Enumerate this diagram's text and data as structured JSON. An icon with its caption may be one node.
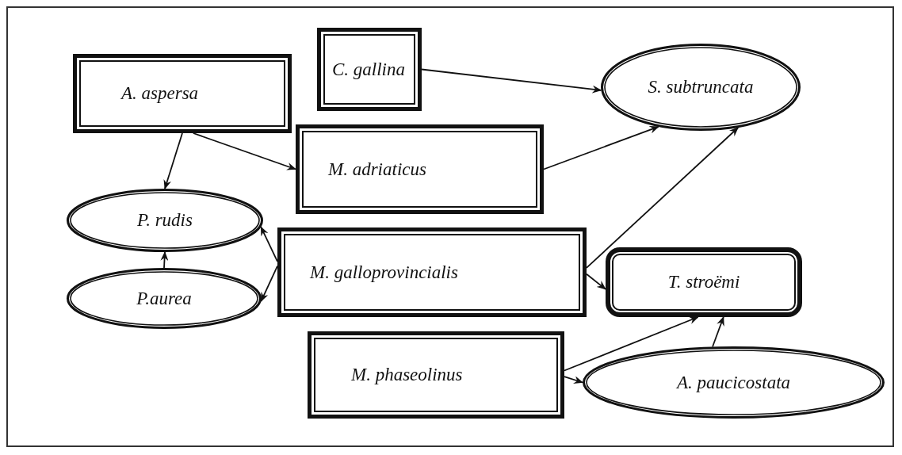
{
  "diagram": {
    "nodes": [
      {
        "text": [
          "C. gallina"
        ]
      },
      {
        "text": [
          "A. aspersa"
        ]
      },
      {
        "text": [
          "S. subtruncata"
        ]
      },
      {
        "text": [
          "M. adriaticus"
        ]
      },
      {
        "text": [
          "P. rudis"
        ]
      },
      {
        "text": [
          "M. galloprovincialis"
        ]
      },
      {
        "text": [
          "T. stroëmi"
        ]
      },
      {
        "text": [
          "P.aurea"
        ]
      },
      {
        "text": [
          "M. phaseolinus"
        ]
      },
      {
        "text": [
          "A. paucicostata"
        ]
      }
    ],
    "edges": [
      {
        "from": 0,
        "to": 2,
        "arrow": "to"
      },
      {
        "from": 1,
        "to": 4,
        "arrow": "to"
      },
      {
        "from": 1,
        "to": 3,
        "arrow": "to"
      },
      {
        "from": 3,
        "to": 2,
        "arrow": "to"
      },
      {
        "from": 5,
        "to": 2,
        "arrow": "to"
      },
      {
        "from": 5,
        "to": 6,
        "arrow": "to"
      },
      {
        "from": 5,
        "to": 4,
        "arrow": "to"
      },
      {
        "from": 5,
        "to": 7,
        "arrow": "to"
      },
      {
        "from": 7,
        "to": 4,
        "arrow": "to"
      },
      {
        "from": 8,
        "to": 6,
        "arrow": "to"
      },
      {
        "from": 8,
        "to": 9,
        "arrow": "to"
      },
      {
        "from": 9,
        "to": 6,
        "arrow": "to"
      }
    ]
  }
}
